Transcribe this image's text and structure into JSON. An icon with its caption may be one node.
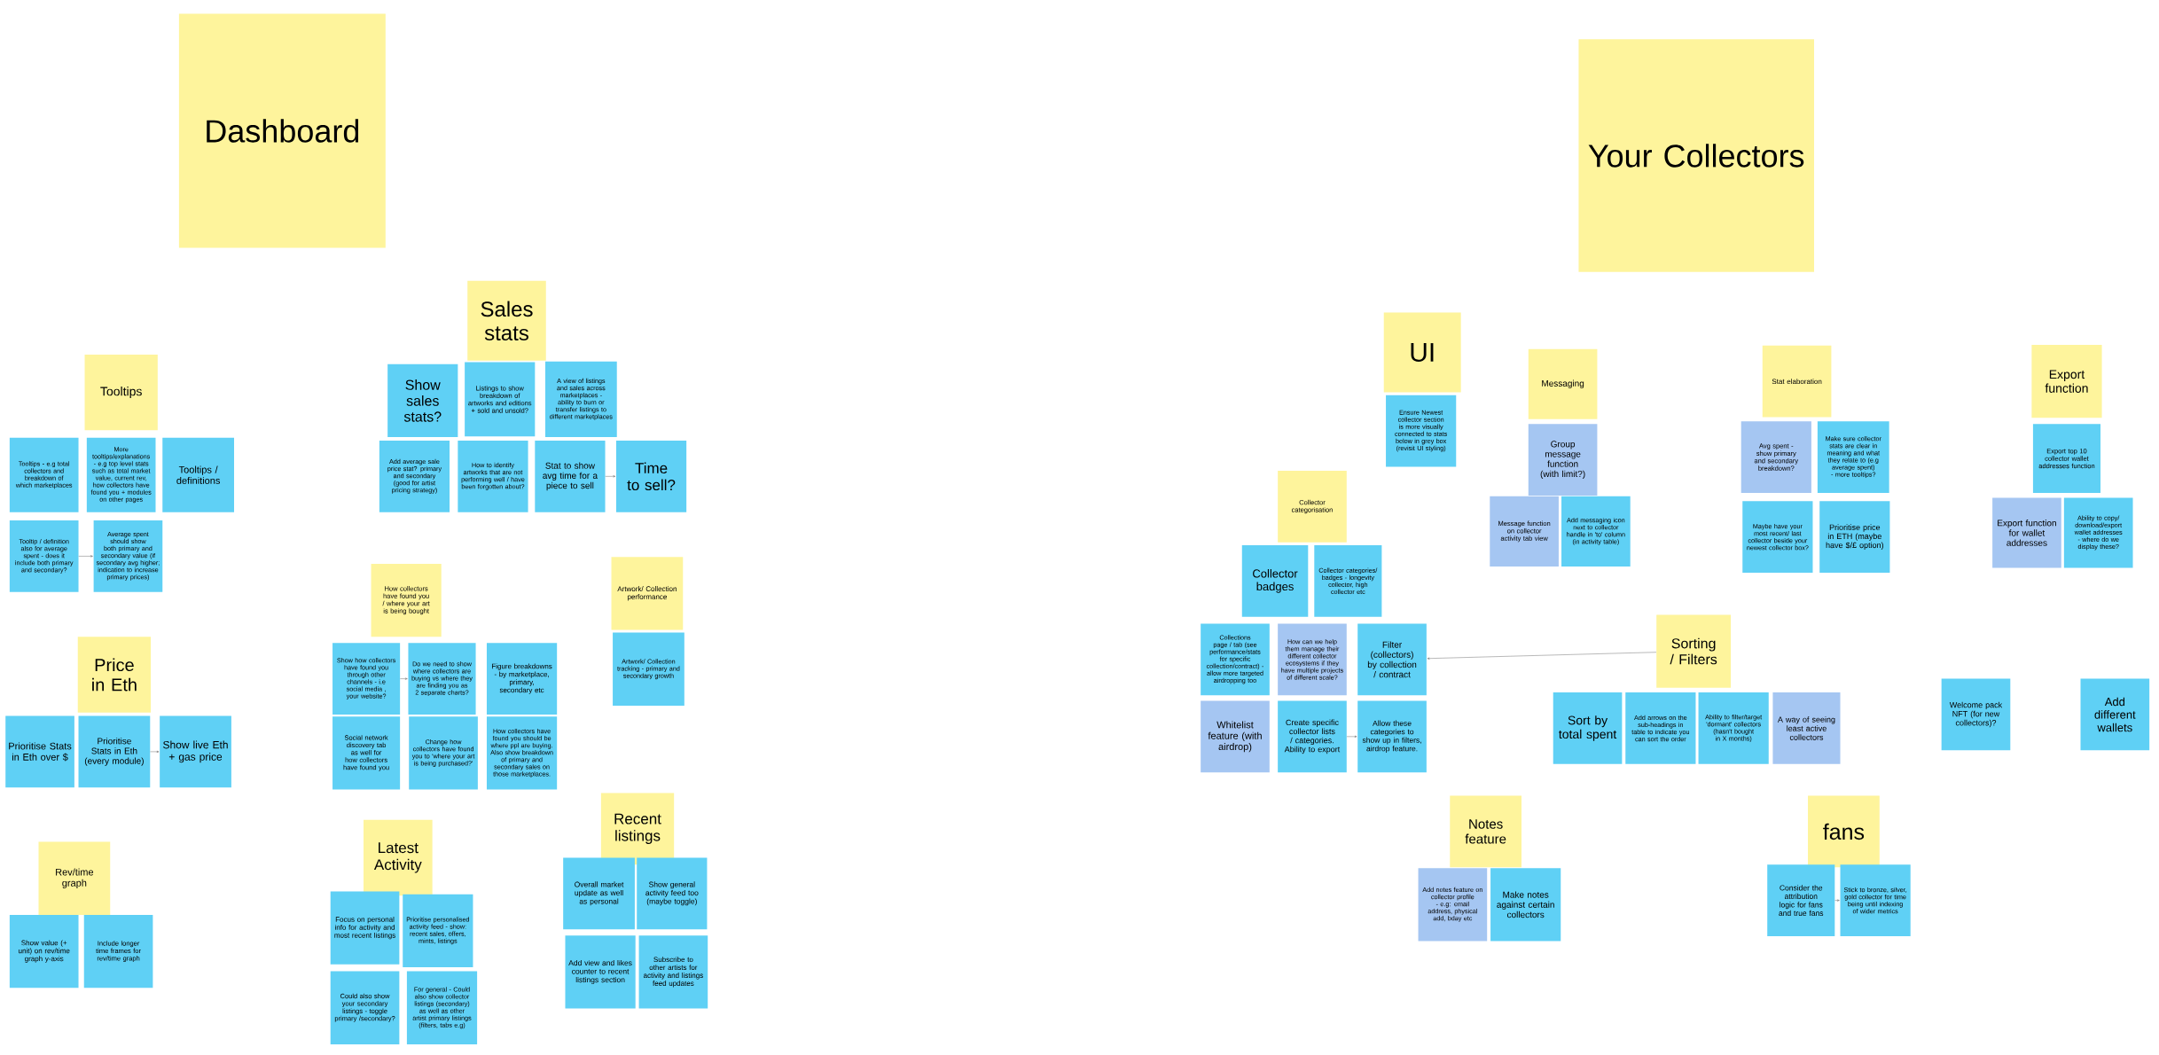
{
  "diagram": {
    "nodes": [
      {
        "text": [
          "Dashboard"
        ]
      },
      {
        "text": [
          "Tooltips"
        ]
      },
      {
        "text": [
          "Tooltips - e.g total collectors and breakdown of which marketplaces"
        ]
      },
      {
        "text": [
          "More tooltips/explanations - e.g top level stats such as total market value, current rev, how collectors have found you + modules on other pages"
        ]
      },
      {
        "text": [
          "Tooltips / definitions"
        ]
      },
      {
        "text": [
          "Tooltip / definition also for average spent - does it include both primary and secondary?"
        ]
      },
      {
        "text": [
          "Average spent should show both primary and secondary value (if secondary avg higher; indication to increase primary prices)"
        ]
      },
      {
        "text": [
          "Price in Eth"
        ]
      },
      {
        "text": [
          "Prioritise Stats in Eth over $"
        ]
      },
      {
        "text": [
          "Prioritise Stats in Eth (every module)"
        ]
      },
      {
        "text": [
          "Show live Eth + gas price"
        ]
      },
      {
        "text": [
          "Rev/time graph"
        ]
      },
      {
        "text": [
          "Show value (+ unit) on rev/time graph y-axis"
        ]
      },
      {
        "text": [
          "Include longer time frames for rev/time graph"
        ]
      },
      {
        "text": [
          "Sales stats"
        ]
      },
      {
        "text": [
          "Show sales stats?"
        ]
      },
      {
        "text": [
          "Listings to show breakdown of artworks and editions + sold and unsold?"
        ]
      },
      {
        "text": [
          "A view of listings and sales across marketplaces - ability to burn or transfer listings to different marketplaces"
        ]
      },
      {
        "text": [
          "Add average sale price stat? primary and secondary (good for artist pricing strategy)"
        ]
      },
      {
        "text": [
          "How to identify artworks that are not performing well / have been forgotten about?"
        ]
      },
      {
        "text": [
          "Stat to show avg time for a piece to sell"
        ]
      },
      {
        "text": [
          "Time to sell?"
        ]
      },
      {
        "text": [
          "How collectors have found you / where your art is being bought"
        ]
      },
      {
        "text": [
          "Show how collectors have found you through other channels - i.e social media , your website?"
        ]
      },
      {
        "text": [
          "Do we need to show where collectors are buying vs where they are finding you as 2 separate charts?"
        ]
      },
      {
        "text": [
          "Figure breakdowns - by marketplace, primary, secondary etc"
        ]
      },
      {
        "text": [
          "Social network discovery tab as well for how collectors have found you"
        ]
      },
      {
        "text": [
          "Change how collectors have found you to 'where your art is being purchased?'"
        ]
      },
      {
        "text": [
          "How collectors have found you should be where ppl are buying. Also show breakdown of primary and secondary sales on those marketplaces."
        ]
      },
      {
        "text": [
          "Artwork/ Collection performance"
        ]
      },
      {
        "text": [
          "Artwork/ Collection tracking - primary and secondary growth"
        ]
      },
      {
        "text": [
          "Latest Activity"
        ]
      },
      {
        "text": [
          "Focus on personal info for activity and most recent listings"
        ]
      },
      {
        "text": [
          "Prioritise personalised activity feed - show: recent sales, offers, mints, listings"
        ]
      },
      {
        "text": [
          "Could also show your secondary listings - toggle primary /secondary?"
        ]
      },
      {
        "text": [
          "For general - Could also show collector listings (secondary) as well as other artist primary listings (filters, tabs e.g)"
        ]
      },
      {
        "text": [
          "Recent listings"
        ]
      },
      {
        "text": [
          "Overall market update as well as personal"
        ]
      },
      {
        "text": [
          "Show general activity feed too (maybe toggle)"
        ]
      },
      {
        "text": [
          "Add view and likes counter to recent listings section"
        ]
      },
      {
        "text": [
          "Subscribe to other artists for activity and listings feed updates"
        ]
      },
      {
        "text": [
          "Your Collectors"
        ]
      },
      {
        "text": [
          "UI"
        ]
      },
      {
        "text": [
          "Ensure Newest collector section is more visually connected to stats below in grey box (revisit UI styling)"
        ]
      },
      {
        "text": [
          "Messaging"
        ]
      },
      {
        "text": [
          "Group message function (with limit?)"
        ]
      },
      {
        "text": [
          "Message function on collector activity tab view"
        ]
      },
      {
        "text": [
          "Add messaging icon next to collector handle in 'to' column (in activity table)"
        ]
      },
      {
        "text": [
          "Stat elaboration"
        ]
      },
      {
        "text": [
          "Avg spent - show primary and secondary breakdown?"
        ]
      },
      {
        "text": [
          "Make sure collector stats are clear in meaning and what they relate to (e.g average spent) - more tooltips?"
        ]
      },
      {
        "text": [
          "Maybe have your most recent/ last collector beside your newest collector box?"
        ]
      },
      {
        "text": [
          "Prioritise price in ETH (maybe have $/£ option)"
        ]
      },
      {
        "text": [
          "Export function"
        ]
      },
      {
        "text": [
          "Export top 10 collector wallet addresses function"
        ]
      },
      {
        "text": [
          "Export function for wallet addresses"
        ]
      },
      {
        "text": [
          "Ability to copy/ download/export wallet addresses - where do we display these?"
        ]
      },
      {
        "text": [
          "Collector categorisation"
        ]
      },
      {
        "text": [
          "Collector badges"
        ]
      },
      {
        "text": [
          "Collector categories/ badges - longevity collector, high collector etc"
        ]
      },
      {
        "text": [
          "Collections page / tab (see performance/stats for specific collection/contract) - allow more targeted airdropping too"
        ]
      },
      {
        "text": [
          "How can we help them manage their different collector ecosystems if they have multiple projects of different scale?"
        ]
      },
      {
        "text": [
          "Filter (collectors) by collection / contract"
        ]
      },
      {
        "text": [
          "Whitelist feature (with airdrop)"
        ]
      },
      {
        "text": [
          "Create specific collector lists / categories. Ability to export"
        ]
      },
      {
        "text": [
          "Allow these categories to show up in filters, airdrop feature."
        ]
      },
      {
        "text": [
          "Sorting / Filters"
        ]
      },
      {
        "text": [
          "Sort by total spent"
        ]
      },
      {
        "text": [
          "Add arrows on the sub-headings in table to indicate you can sort the order"
        ]
      },
      {
        "text": [
          "Ability to filter/target 'dormant' collectors (hasn't bought in X months)"
        ]
      },
      {
        "text": [
          "A way of seeing least active collectors"
        ]
      },
      {
        "text": [
          "Welcome pack NFT (for new collectors)?"
        ]
      },
      {
        "text": [
          "Add different wallets"
        ]
      },
      {
        "text": [
          "Notes feature"
        ]
      },
      {
        "text": [
          "Add notes feature on collector profile - e.g: email address, physical add, bday etc"
        ]
      },
      {
        "text": [
          "Make notes against certain collectors"
        ]
      },
      {
        "text": [
          "fans"
        ]
      },
      {
        "text": [
          "Consider the attribution logic for fans and true fans"
        ]
      },
      {
        "text": [
          "Stick to bronze, silver, gold collector for time being until indexing of wider metrics"
        ]
      }
    ],
    "edges": [
      {
        "from": 5,
        "to": 6,
        "arrow": "to"
      },
      {
        "from": 9,
        "to": 10,
        "arrow": "to"
      },
      {
        "from": 20,
        "to": 21,
        "arrow": "to"
      },
      {
        "from": 23,
        "to": 24,
        "arrow": "to"
      },
      {
        "from": 64,
        "to": 65,
        "arrow": "to"
      },
      {
        "from": 66,
        "to": 62,
        "arrow": "to"
      },
      {
        "from": 77,
        "to": 78,
        "arrow": "to"
      }
    ]
  }
}
